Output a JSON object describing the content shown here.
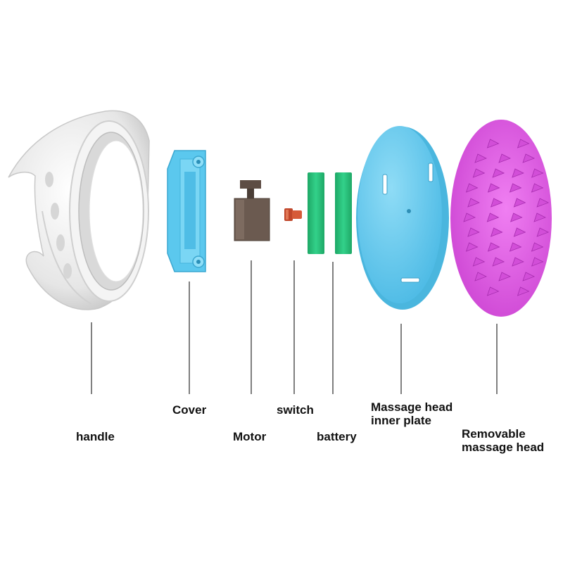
{
  "labels": {
    "handle": "handle",
    "cover": "Cover",
    "motor": "Motor",
    "switch": "switch",
    "battery": "battery",
    "inner_plate_line1": "Massage head",
    "inner_plate_line2": "inner plate",
    "removable_line1": "Removable",
    "removable_line2": "massage head"
  },
  "colors": {
    "handle": "#e9e9e9",
    "cover": "#5bc8ee",
    "motor": "#6b5a50",
    "switch": "#c0462a",
    "battery": "#27c07c",
    "inner_plate": "#6fcfee",
    "massage_head": "#e45ee6",
    "leader_line": "#555555"
  }
}
